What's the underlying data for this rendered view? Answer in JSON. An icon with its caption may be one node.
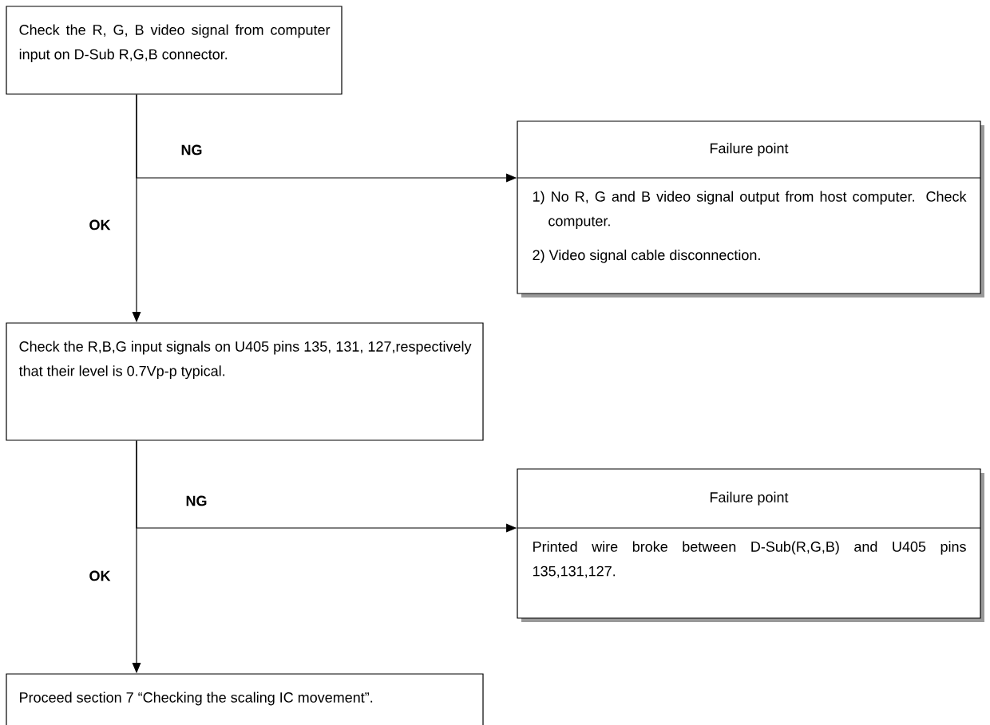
{
  "diagram": {
    "nodes": [
      {
        "text": [
          "Check the R, G, B video signal from computer input on D-Sub R,G,B connector."
        ]
      },
      {
        "text": [
          "Failure point",
          "1) No R, G and B video signal output from host computer. Check computer.",
          "2) Video signal cable disconnection."
        ]
      },
      {
        "text": [
          "Check the R,B,G input signals on U405 pins 135, 131, 127,respectively that their level is 0.7Vp-p typical."
        ]
      },
      {
        "text": [
          "Failure point",
          "Printed wire broke between D-Sub(R,G,B) and U405 pins 135,131,127."
        ]
      },
      {
        "text": [
          "Proceed section 7 “Checking the scaling IC movement”."
        ]
      }
    ],
    "edges": [
      {
        "from": 0,
        "to": 1,
        "arrow": "to",
        "label": "NG"
      },
      {
        "from": 0,
        "to": 2,
        "arrow": "to",
        "label": "OK"
      },
      {
        "from": 2,
        "to": 3,
        "arrow": "to",
        "label": "NG"
      },
      {
        "from": 2,
        "to": 4,
        "arrow": "to",
        "label": "OK"
      }
    ]
  }
}
